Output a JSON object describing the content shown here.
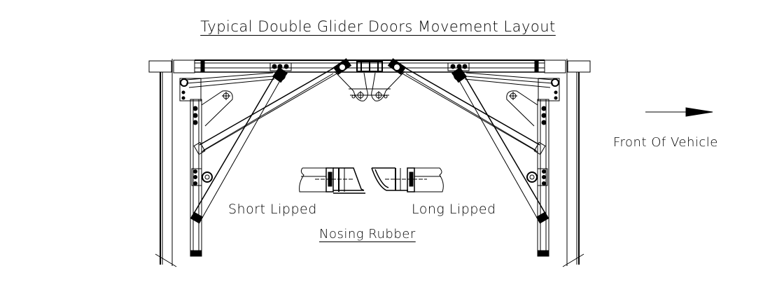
{
  "title": "Typical Double Glider Doors Movement Layout",
  "direction_label": "Front Of Vehicle",
  "nosing": {
    "heading": "Nosing Rubber",
    "short_label": "Short Lipped",
    "long_label": "Long Lipped"
  }
}
